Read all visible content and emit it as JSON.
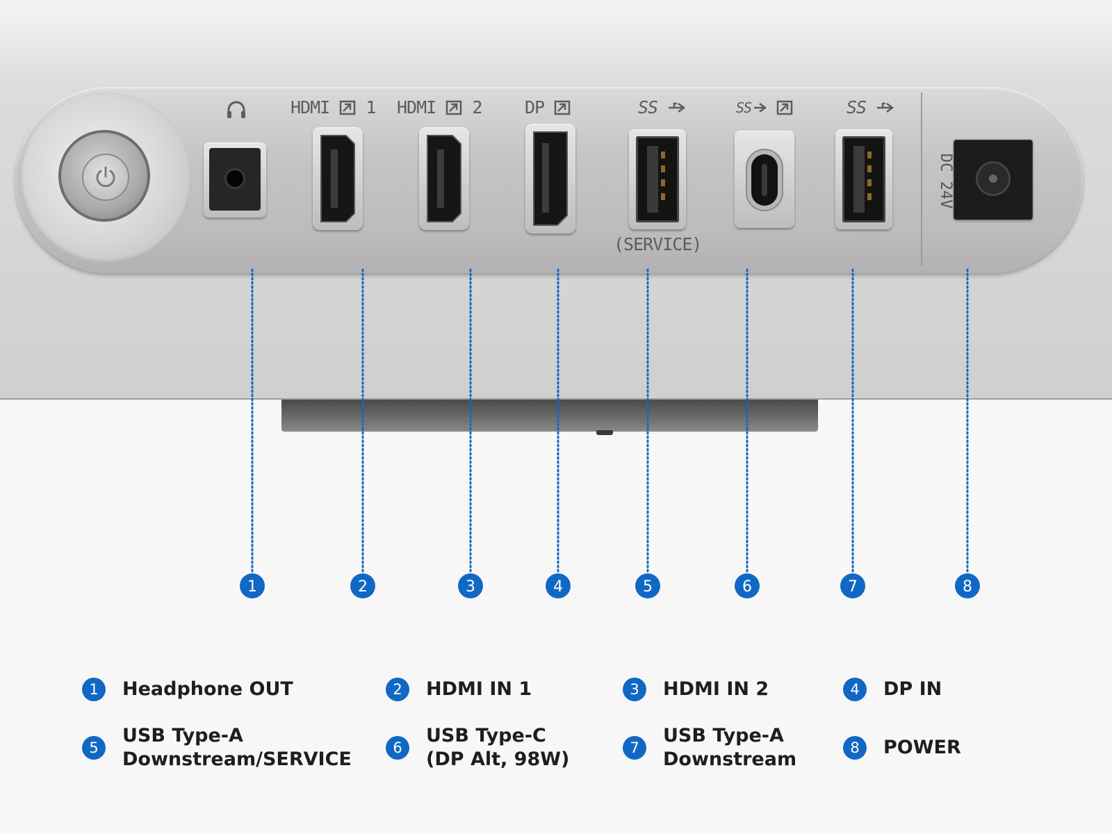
{
  "panel": {
    "labels": {
      "headphone": "",
      "hdmi1": "HDMI",
      "hdmi1_num": "1",
      "hdmi2": "HDMI",
      "hdmi2_num": "2",
      "dp": "DP",
      "usb_a1": "SS",
      "usb_c": "",
      "usb_a2": "SS",
      "service": "(SERVICE)",
      "dc": "DC 24V"
    },
    "icons": [
      "power-icon",
      "headphone-icon",
      "hdmi-port",
      "displayport-port",
      "usb-a-port",
      "usb-c-port",
      "dc-jack"
    ]
  },
  "callouts": {
    "color": "#1168c4",
    "markers": [
      "1",
      "2",
      "3",
      "4",
      "5",
      "6",
      "7",
      "8"
    ]
  },
  "legend": [
    {
      "num": "1",
      "text": "Headphone OUT"
    },
    {
      "num": "2",
      "text": "HDMI IN 1"
    },
    {
      "num": "3",
      "text": "HDMI IN 2"
    },
    {
      "num": "4",
      "text": "DP IN"
    },
    {
      "num": "5",
      "text": "USB Type-A\nDownstream/SERVICE"
    },
    {
      "num": "6",
      "text": "USB Type-C\n(DP Alt, 98W)"
    },
    {
      "num": "7",
      "text": "USB Type-A\nDownstream"
    },
    {
      "num": "8",
      "text": "POWER"
    }
  ]
}
